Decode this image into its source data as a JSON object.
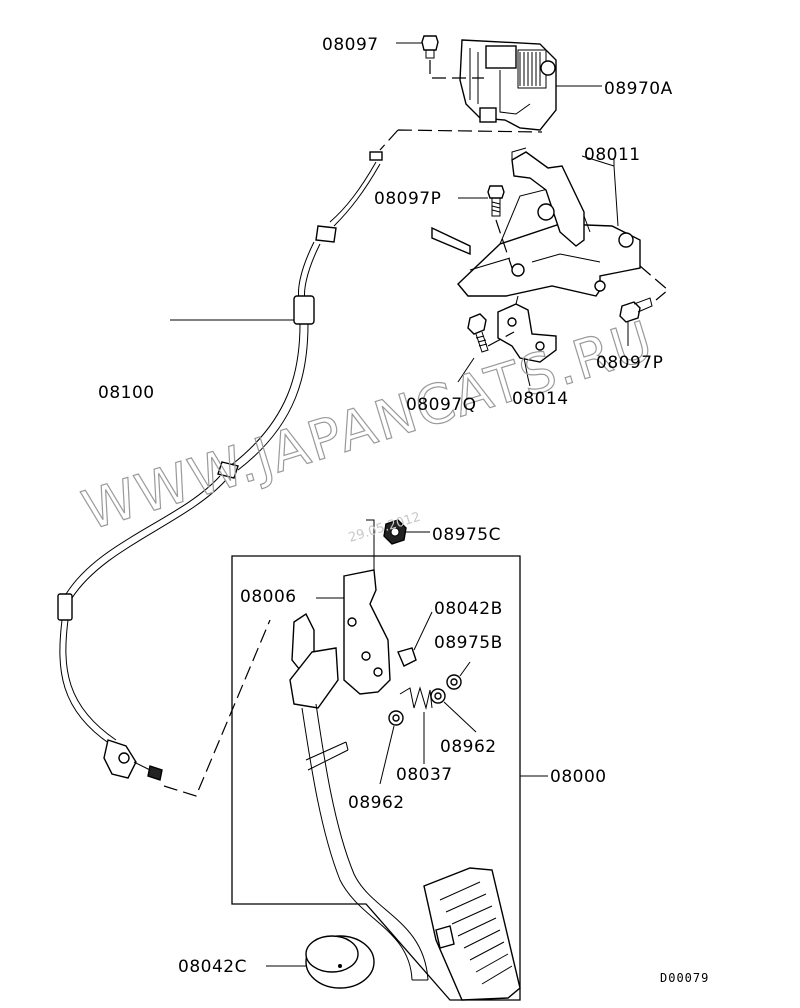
{
  "watermark": {
    "text": "WWW.JAPANCATS.RU",
    "date": "29.05.2012"
  },
  "diagram_code": "D00079",
  "labels": {
    "p08097": "08097",
    "p08970A": "08970A",
    "p08011": "08011",
    "p08097P_a": "08097P",
    "p08097P_b": "08097P",
    "p08100": "08100",
    "p08097Q": "08097Q",
    "p08014": "08014",
    "p08975C": "08975C",
    "p08006": "08006",
    "p08042B": "08042B",
    "p08975B": "08975B",
    "p08962_a": "08962",
    "p08962_b": "08962",
    "p08037": "08037",
    "p08000": "08000",
    "p08042C": "08042C"
  }
}
